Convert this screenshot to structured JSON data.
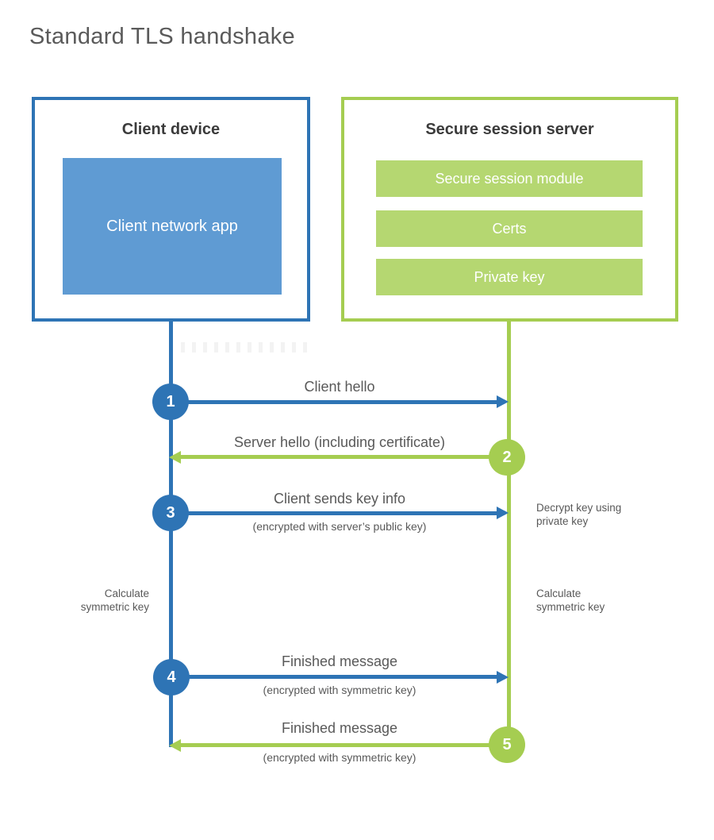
{
  "title": "Standard TLS handshake",
  "client_box": {
    "title": "Client device",
    "app": "Client network app"
  },
  "server_box": {
    "title": "Secure session server",
    "modules": [
      {
        "label": "Secure session module"
      },
      {
        "label": "Certs"
      },
      {
        "label": "Private key"
      }
    ]
  },
  "steps": [
    {
      "num": "1",
      "label": "Client hello",
      "direction": "client-to-server"
    },
    {
      "num": "2",
      "label": "Server hello (including certificate)",
      "direction": "server-to-client"
    },
    {
      "num": "3",
      "label": "Client sends key info",
      "sub": "(encrypted with server’s public key)",
      "direction": "client-to-server"
    },
    {
      "num": "4",
      "label": "Finished message",
      "sub": "(encrypted with symmetric key)",
      "direction": "client-to-server"
    },
    {
      "num": "5",
      "label": "Finished message",
      "sub": "(encrypted with symmetric key)",
      "direction": "server-to-client"
    }
  ],
  "side_notes": {
    "decrypt": [
      "Decrypt key using",
      "private key"
    ],
    "calculate_left": [
      "Calculate",
      "symmetric key"
    ],
    "calculate_right": [
      "Calculate",
      "symmetric key"
    ]
  },
  "colors": {
    "client_blue": "#2e74b5",
    "client_blue_fill": "#5f9bd3",
    "server_green": "#a5cd51",
    "server_green_fill": "#b5d771",
    "label_gray": "#595959",
    "heading_dark": "#3b3b3b"
  }
}
